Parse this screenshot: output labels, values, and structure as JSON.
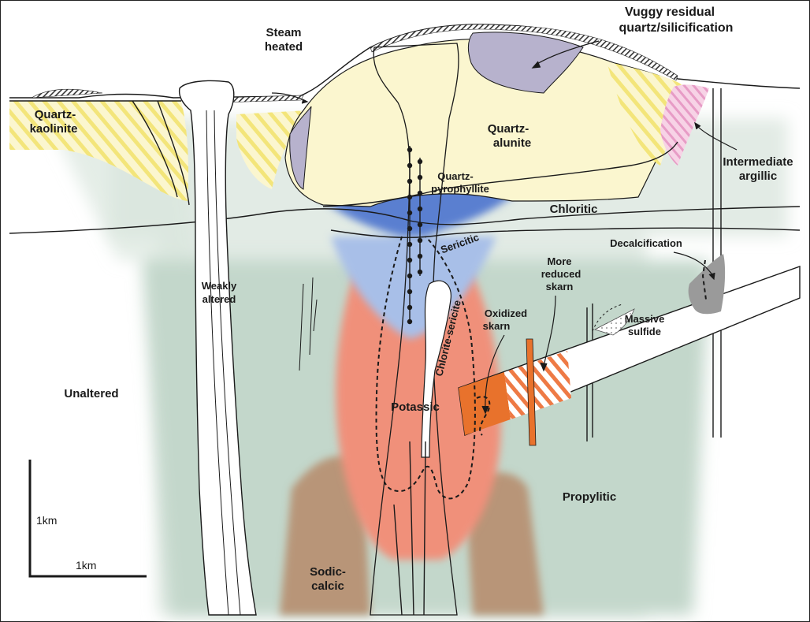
{
  "labels": {
    "vuggy_line1": "Vuggy residual",
    "vuggy_line2": "quartz/silicification",
    "steam_line1": "Steam",
    "steam_line2": "heated",
    "qk_line1": "Quartz-",
    "qk_line2": "kaolinite",
    "qa_line1": "Quartz-",
    "qa_line2": "alunite",
    "ia_line1": "Intermediate",
    "ia_line2": "argillic",
    "qp_line1": "Quartz-",
    "qp_line2": "pyrophyllite",
    "chloritic": "Chloritic",
    "sericitic": "Sericitic",
    "decalcification": "Decalcification",
    "mrs_line1": "More",
    "mrs_line2": "reduced",
    "mrs_line3": "skarn",
    "wa_line1": "Weakly",
    "wa_line2": "altered",
    "ox_line1": "Oxidized",
    "ox_line2": "skarn",
    "ms_line1": "Massive",
    "ms_line2": "sulfide",
    "chlorite_sericite": "Chlorite-sericite",
    "unaltered": "Unaltered",
    "potassic": "Potassic",
    "propylitic": "Propylitic",
    "sc_line1": "Sodic-",
    "sc_line2": "calcic",
    "scale_v": "1km",
    "scale_h": "1km"
  },
  "colors": {
    "propylitic": "#c6d8cd",
    "chloritic": "#dde8e0",
    "potassic": "#f0907a",
    "sodic_calcic": "#b89578",
    "quartz_alunite": "#fbf6cf",
    "quartz_kaolinite_hatch": "#f3e57a",
    "quartz_pyrophyllite": "#5a7fd0",
    "sericitic": "#a8bfe8",
    "vuggy": "#b7b2cd",
    "intermediate_argillic": "#f2b6d6",
    "oxidized_skarn": "#e8722c",
    "decalcification": "#9a9a9a"
  }
}
